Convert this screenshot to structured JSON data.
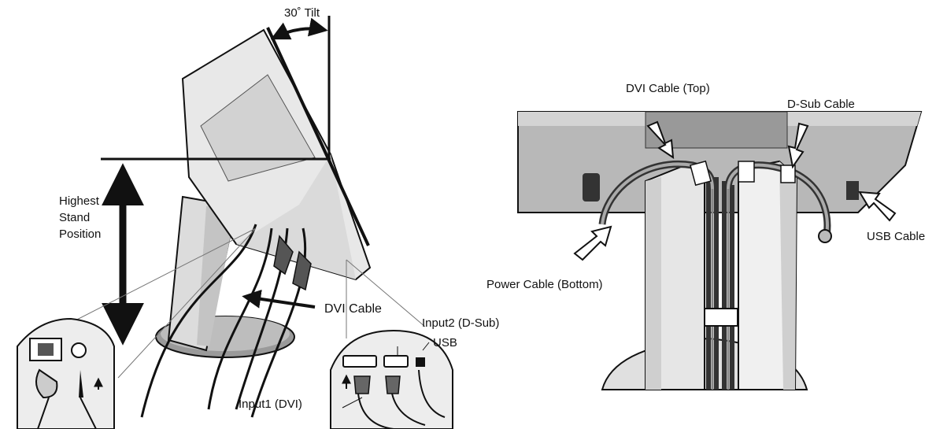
{
  "left_figure": {
    "tilt_label": "30˚ Tilt",
    "highest_stand_position": [
      "Highest",
      "Stand",
      "Position"
    ],
    "dvi_cable": "DVI Cable",
    "input2_dsub": "Input2 (D-Sub)",
    "usb": "USB",
    "input1_dvi": "Input1 (DVI)"
  },
  "right_figure": {
    "dvi_cable_top": "DVI Cable (Top)",
    "dsub_cable": "D-Sub Cable",
    "usb_cable": "USB Cable",
    "power_cable_bottom": "Power Cable (Bottom)"
  },
  "colors": {
    "line": "#111111",
    "light_gray": "#e6e6e6",
    "mid_gray": "#c8c8c8",
    "dark_gray": "#8c8c8c",
    "background": "#ffffff"
  },
  "icons": {
    "tilt_arrow": "curved-double-arrow-icon",
    "height_arrow": "vertical-double-arrow-icon",
    "callout_arrow": "hollow-arrow-icon"
  }
}
